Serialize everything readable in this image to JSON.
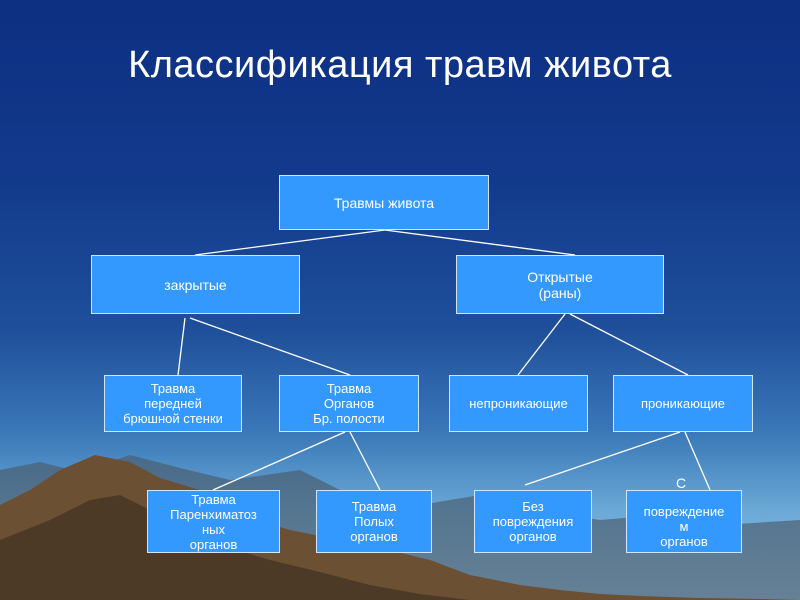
{
  "slide": {
    "title": "Классификация травм живота"
  },
  "diagram": {
    "root": "Травмы живота",
    "closed": "закрытые",
    "open": "Открытые\n(раны)",
    "anterior_wall": "Травма\nпередней\nбрюшной стенки",
    "abdominal_organs": "Травма\nОрганов\nБр. полости",
    "non_penetrating": "непроникающие",
    "penetrating": "проникающие",
    "parenchymal": "Травма\nПаренхиматоз\nных\nорганов",
    "hollow": "Травма\nПолых\nорганов",
    "without_damage": "Без\nповреждения\nорганов",
    "with_prefix": "С",
    "with_damage": "повреждение\nм\nорганов"
  },
  "colors": {
    "node_fill": "#3399ff",
    "node_border": "#cfe6ff",
    "connector": "#ffffff"
  }
}
